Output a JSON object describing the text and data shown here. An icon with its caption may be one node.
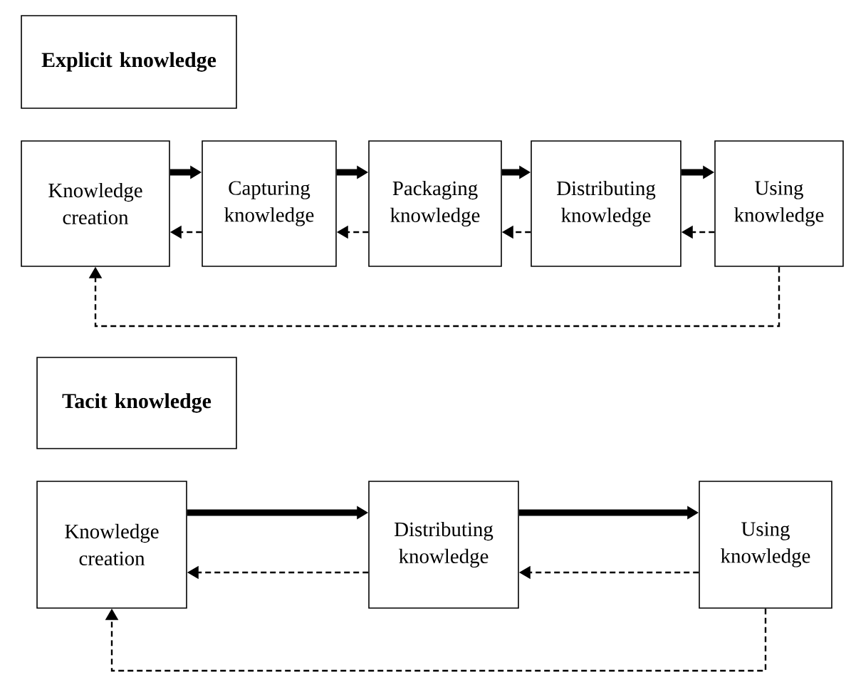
{
  "diagram": {
    "nodes": [
      {
        "text": [
          "Explicit knowledge"
        ]
      },
      {
        "text": [
          "Knowledge creation"
        ]
      },
      {
        "text": [
          "Capturing knowledge"
        ]
      },
      {
        "text": [
          "Packaging knowledge"
        ]
      },
      {
        "text": [
          "Distributing knowledge"
        ]
      },
      {
        "text": [
          "Using knowledge"
        ]
      },
      {
        "text": [
          "Tacit knowledge"
        ]
      },
      {
        "text": [
          "Knowledge creation"
        ]
      },
      {
        "text": [
          "Distributing knowledge"
        ]
      },
      {
        "text": [
          "Using knowledge"
        ]
      }
    ],
    "edges": [
      {
        "from": 1,
        "to": 2,
        "arrow": "to",
        "style": "thick"
      },
      {
        "from": 2,
        "to": 3,
        "arrow": "to",
        "style": "thick"
      },
      {
        "from": 3,
        "to": 4,
        "arrow": "to",
        "style": "thick"
      },
      {
        "from": 4,
        "to": 5,
        "arrow": "to",
        "style": "thick"
      },
      {
        "from": 2,
        "to": 1,
        "arrow": "to",
        "style": "dashed"
      },
      {
        "from": 3,
        "to": 2,
        "arrow": "to",
        "style": "dashed"
      },
      {
        "from": 4,
        "to": 3,
        "arrow": "to",
        "style": "dashed"
      },
      {
        "from": 5,
        "to": 4,
        "arrow": "to",
        "style": "dashed"
      },
      {
        "from": 5,
        "to": 1,
        "arrow": "to",
        "style": "dashed"
      },
      {
        "from": 7,
        "to": 8,
        "arrow": "to",
        "style": "thick"
      },
      {
        "from": 8,
        "to": 9,
        "arrow": "to",
        "style": "thick"
      },
      {
        "from": 8,
        "to": 7,
        "arrow": "to",
        "style": "dashed"
      },
      {
        "from": 9,
        "to": 8,
        "arrow": "to",
        "style": "dashed"
      },
      {
        "from": 9,
        "to": 7,
        "arrow": "to",
        "style": "dashed"
      }
    ]
  }
}
